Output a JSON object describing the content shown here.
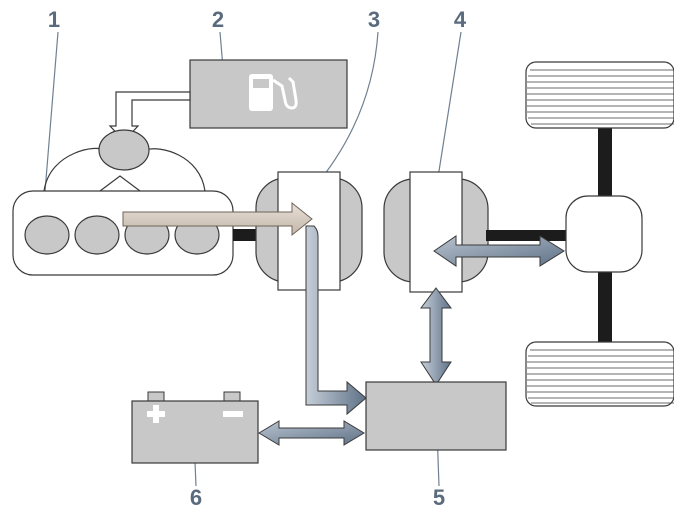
{
  "diagram": {
    "labels": {
      "engine": "1",
      "fuel_tank": "2",
      "generator": "3",
      "motor": "4",
      "power_control_unit": "5",
      "battery": "6"
    },
    "icons": {
      "fuel": "fuel-pump-icon",
      "battery_plus": "plus-icon",
      "battery_minus": "minus-icon"
    },
    "colors": {
      "component_fill": "#c8c8c8",
      "outline": "#3a3a3a",
      "mechanical_arrow": "#d6cabe",
      "electric_arrow": "#6a7d92",
      "electric_arrow_light": "#b9c3cf",
      "axle": "#1c1c1c",
      "label": "#5a6b7d"
    }
  }
}
